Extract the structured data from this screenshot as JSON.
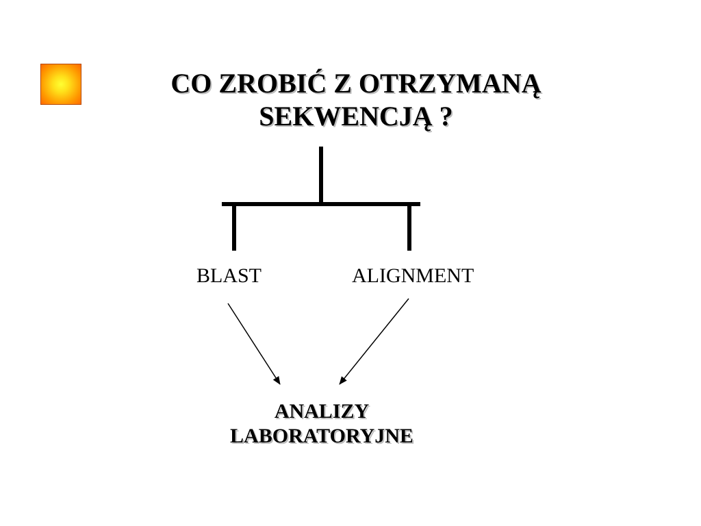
{
  "title": {
    "line1": "CO ZROBIĆ Z OTRZYMANĄ",
    "line2": "SEKWENCJĄ ?"
  },
  "nodes": {
    "left": "BLAST",
    "right": "ALIGNMENT"
  },
  "result": {
    "line1": "ANALIZY",
    "line2": "LABORATORYJNE"
  },
  "colors": {
    "bullet_center": "#ffff33",
    "bullet_edge": "#ff6a00",
    "lines": "#000000",
    "title_shadow": "#bdbdbd"
  },
  "icons": {
    "bullet": "gradient-square-bullet-icon"
  }
}
